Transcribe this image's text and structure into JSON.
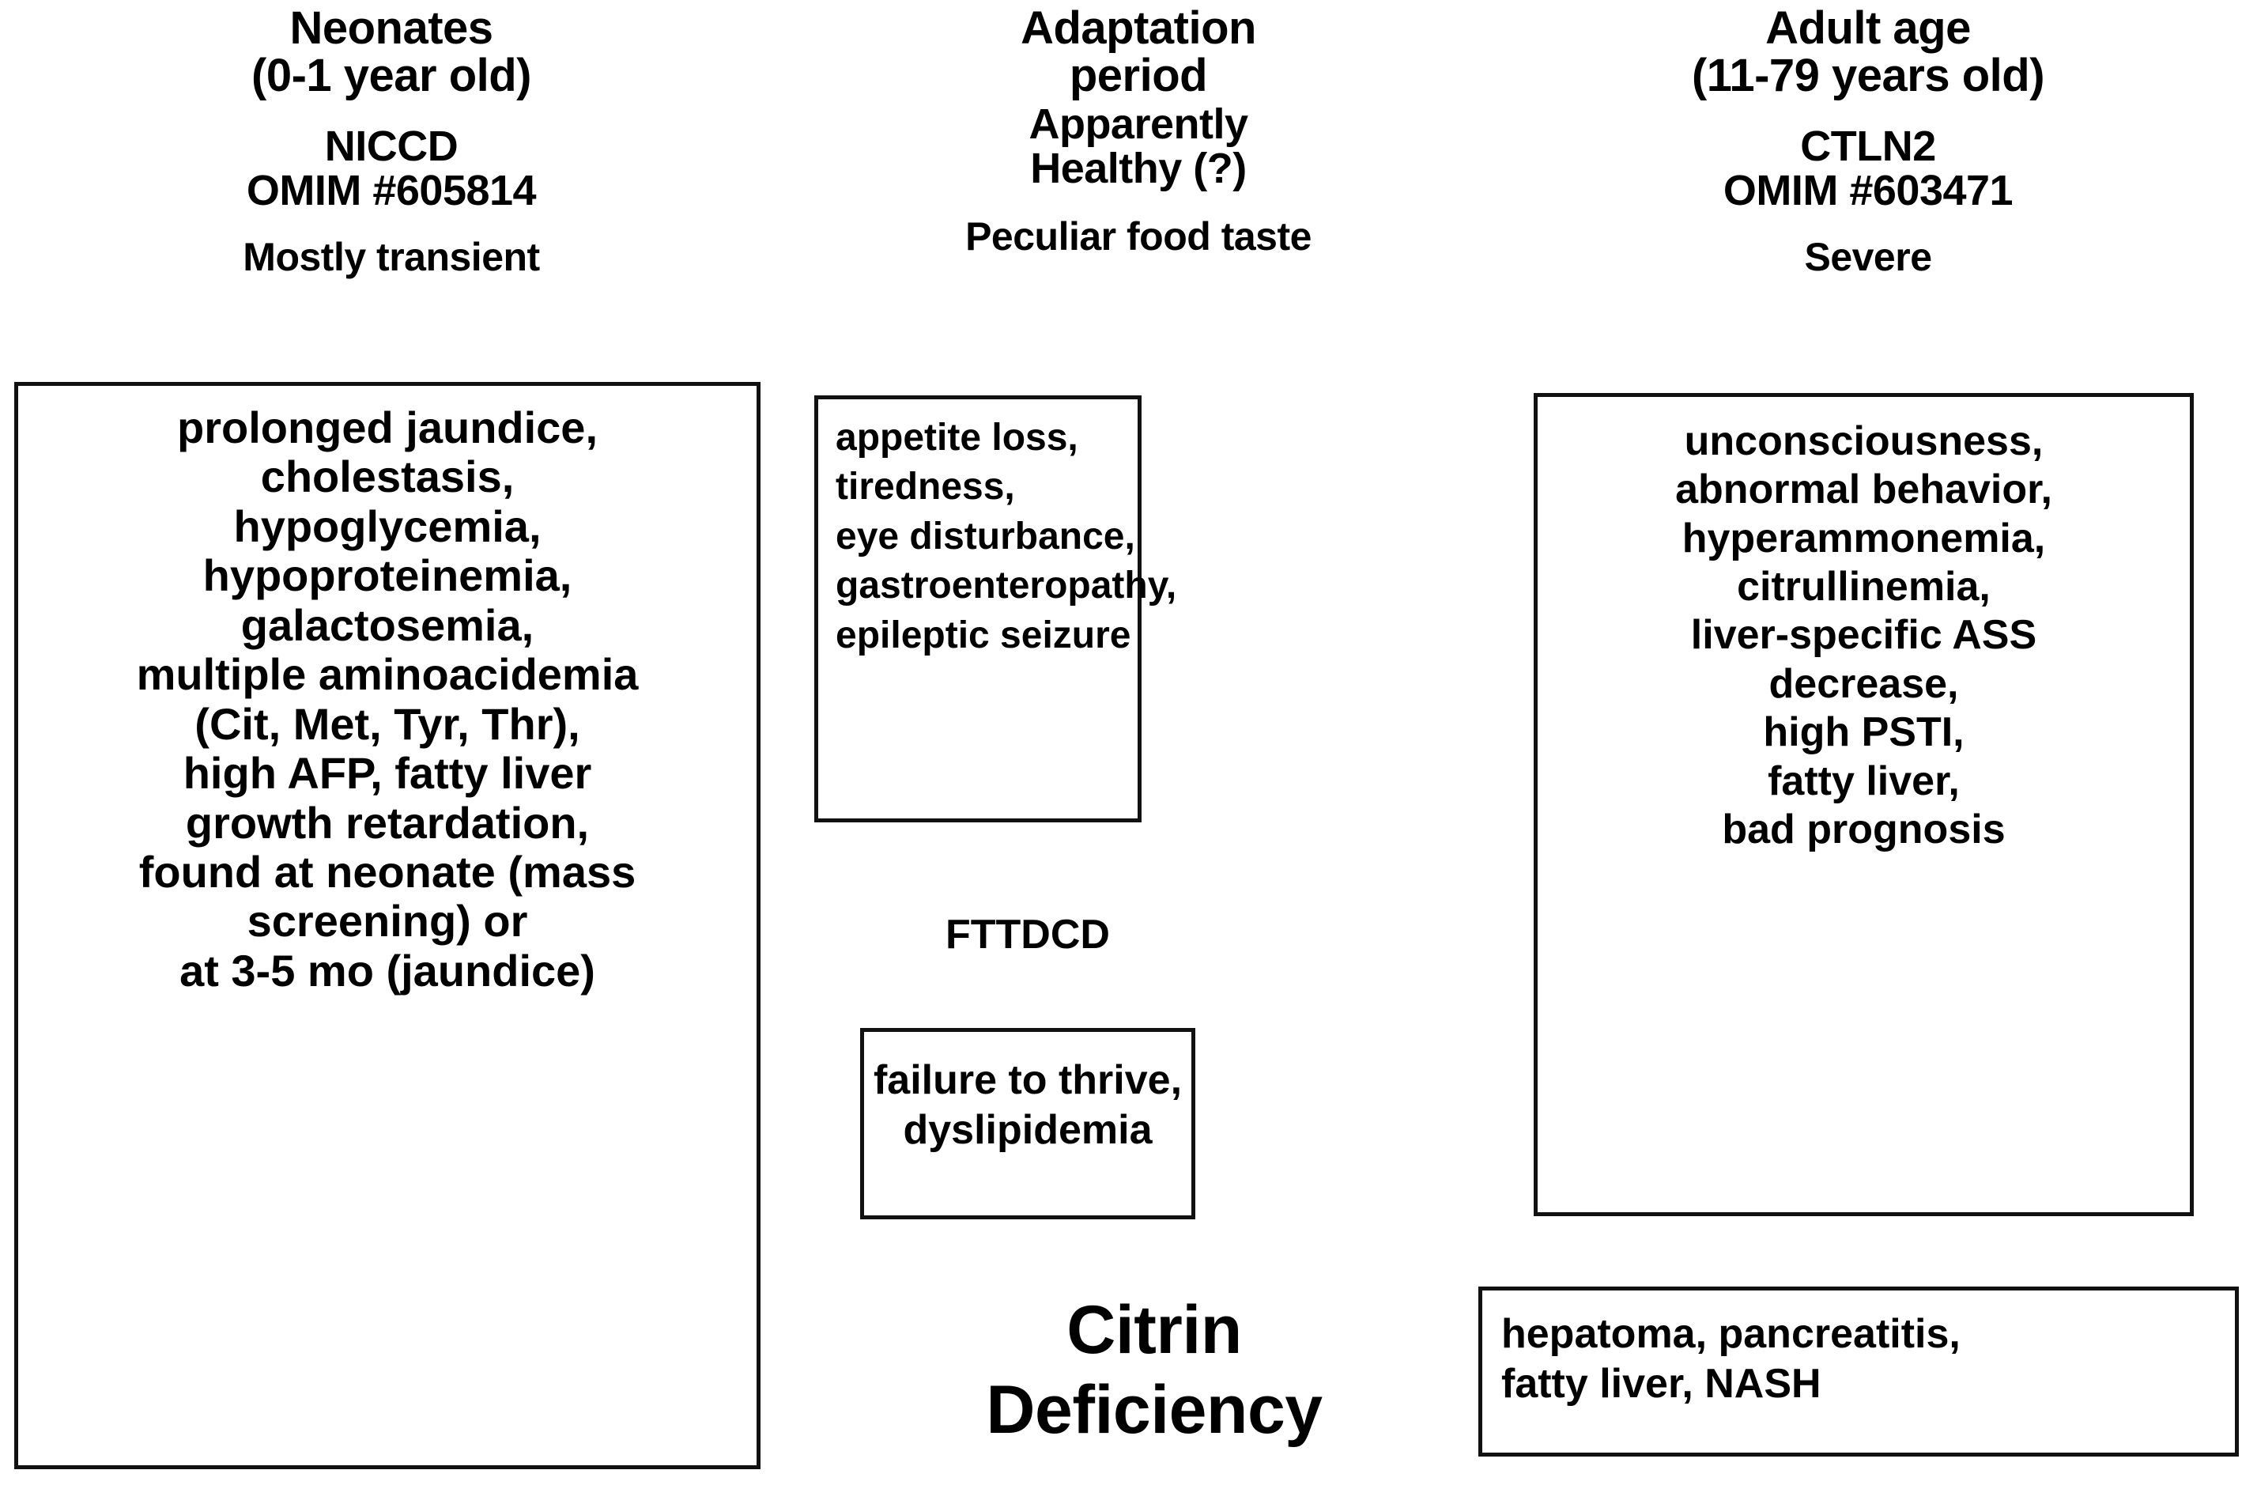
{
  "columns": [
    {
      "id": "neonates",
      "stage": [
        "Neonates",
        "(0-1 year old)"
      ],
      "code": [
        "NICCD",
        "OMIM #605814"
      ],
      "severity": "Mostly transient",
      "symptoms": [
        "prolonged jaundice,",
        "cholestasis,",
        "hypoglycemia,",
        "hypoproteinemia,",
        "galactosemia,",
        "multiple aminoacidemia",
        "(Cit, Met, Tyr, Thr),",
        "high AFP, fatty liver",
        "growth retardation,",
        "found at neonate (mass",
        "screening) or",
        "at 3-5 mo (jaundice)"
      ]
    },
    {
      "id": "adaptation",
      "stage": [
        "Adaptation",
        "period"
      ],
      "code": [
        "Apparently",
        "Healthy (?)"
      ],
      "severity": "Peculiar food taste",
      "symptoms": [
        "appetite loss,",
        "tiredness,",
        "eye disturbance,",
        "gastroenteropathy,",
        "epileptic seizure"
      ],
      "secondary_label": "FTTDCD",
      "secondary_symptoms": [
        "failure to thrive,",
        "dyslipidemia"
      ]
    },
    {
      "id": "adult",
      "stage": [
        "Adult age",
        "(11-79 years old)"
      ],
      "code": [
        "CTLN2",
        "OMIM #603471"
      ],
      "severity": "Severe",
      "symptoms": [
        "unconsciousness,",
        "abnormal behavior,",
        "hyperammonemia,",
        "citrullinemia,",
        "liver-specific ASS",
        "decrease,",
        "high PSTI,",
        "fatty liver,",
        "bad prognosis"
      ],
      "secondary_symptoms": [
        "hepatoma, pancreatitis,",
        "fatty liver, NASH"
      ]
    }
  ],
  "diagram_title": [
    "Citrin",
    "Deficiency"
  ],
  "colors": {
    "text": "#000000",
    "border": "#111111",
    "background": "#ffffff"
  }
}
